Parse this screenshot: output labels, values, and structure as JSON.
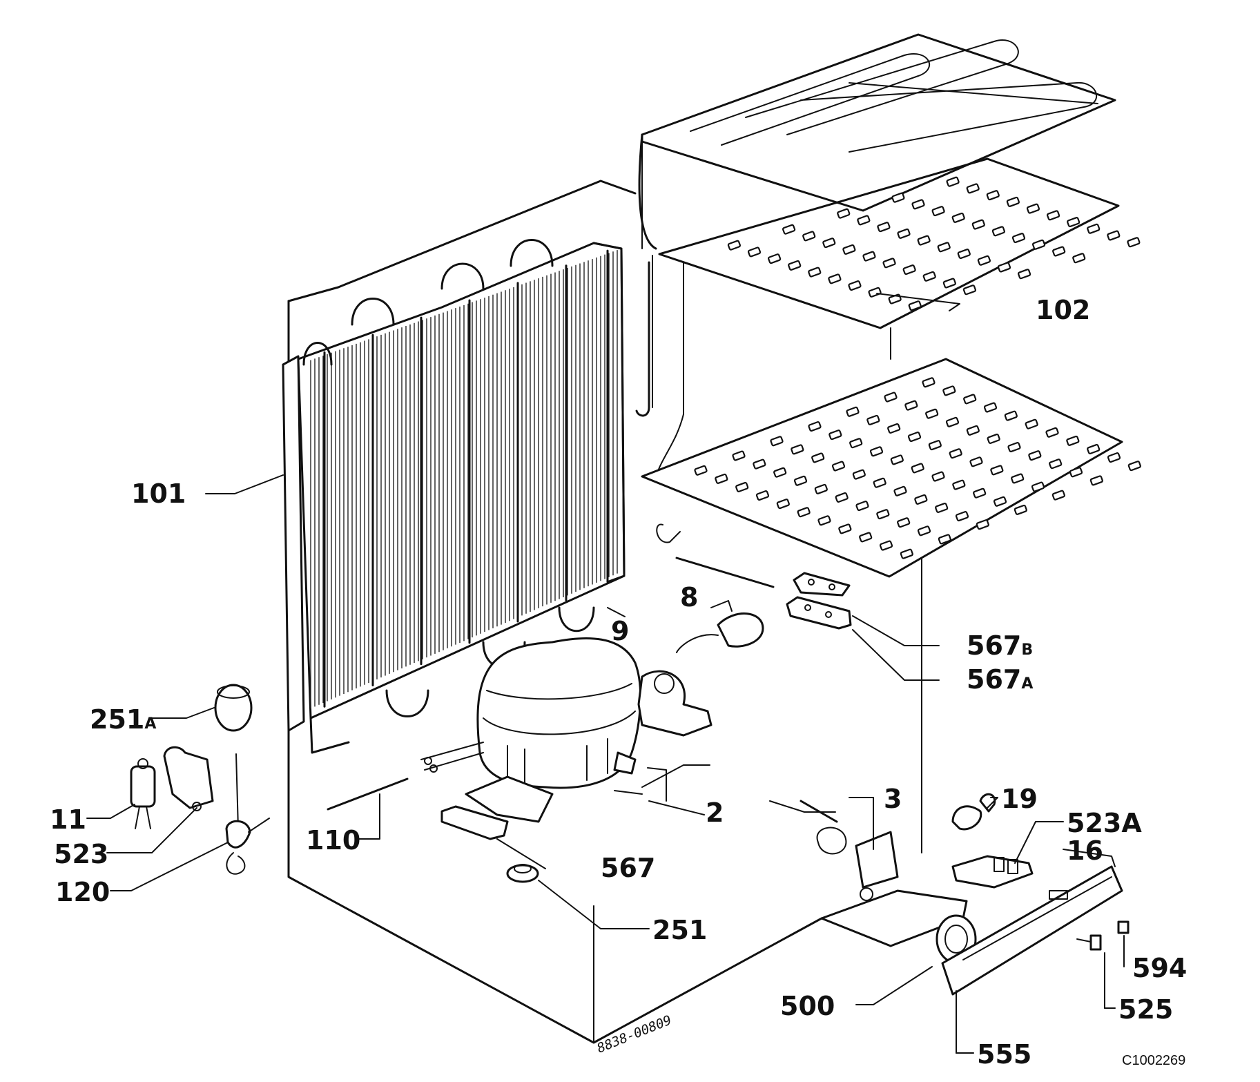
{
  "diagram": {
    "reference_code": "C1002269",
    "stamp_code": "8838-00809",
    "callouts": {
      "c101": "101",
      "c102": "102",
      "c2": "2",
      "c3": "3",
      "c8": "8",
      "c9": "9",
      "c11": "11",
      "c16": "16",
      "c19": "19",
      "c110": "110",
      "c120": "120",
      "c251": "251",
      "c251a_num": "251",
      "c251a_suf": "A",
      "c500": "500",
      "c523": "523",
      "c523a": "523A",
      "c525": "525",
      "c555": "555",
      "c567": "567",
      "c567a_num": "567",
      "c567a_suf": "A",
      "c567b_num": "567",
      "c567b_suf": "B",
      "c594": "594"
    }
  }
}
